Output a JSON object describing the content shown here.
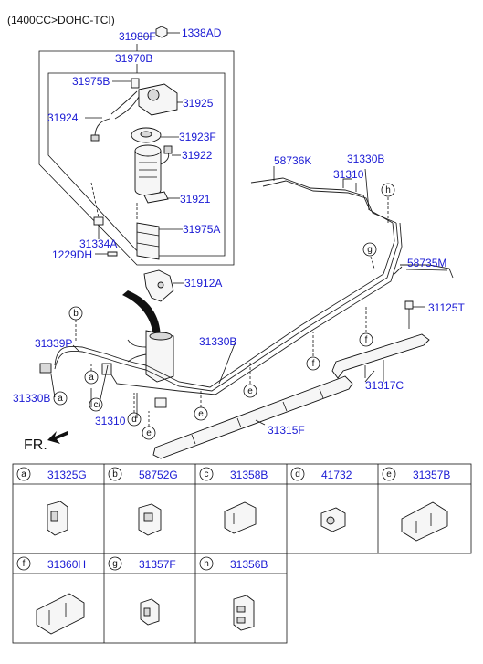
{
  "header": {
    "engine_note": "(1400CC>DOHC-TCI)"
  },
  "orientation": {
    "front_label": "FR."
  },
  "callouts": {
    "c31980F": "31980F",
    "c1338AD": "1338AD",
    "c31970B": "31970B",
    "c31975B": "31975B",
    "c31925": "31925",
    "c31924": "31924",
    "c31923F": "31923F",
    "c31922": "31922",
    "c31921": "31921",
    "c31975A": "31975A",
    "c31334A": "31334A",
    "c1229DH": "1229DH",
    "c31912A": "31912A",
    "c58736K": "58736K",
    "c31330B_top": "31330B",
    "c31310_top": "31310",
    "c58735M": "58735M",
    "c31125T": "31125T",
    "c31339P": "31339P",
    "c31330B_left": "31330B",
    "c31330B_mid": "31330B",
    "c31310_bottom": "31310",
    "c31317C": "31317C",
    "c31315F": "31315F"
  },
  "markers": {
    "a": "a",
    "b": "b",
    "c": "c",
    "d": "d",
    "e": "e",
    "f": "f",
    "g": "g",
    "h": "h"
  },
  "parts_table": [
    {
      "letter": "a",
      "part_no": "31325G"
    },
    {
      "letter": "b",
      "part_no": "58752G"
    },
    {
      "letter": "c",
      "part_no": "31358B"
    },
    {
      "letter": "d",
      "part_no": "41732"
    },
    {
      "letter": "e",
      "part_no": "31357B"
    },
    {
      "letter": "f",
      "part_no": "31360H"
    },
    {
      "letter": "g",
      "part_no": "31357F"
    },
    {
      "letter": "h",
      "part_no": "31356B"
    }
  ],
  "colors": {
    "callout_text": "#1a1ad4",
    "line": "#111111",
    "background": "#ffffff"
  }
}
